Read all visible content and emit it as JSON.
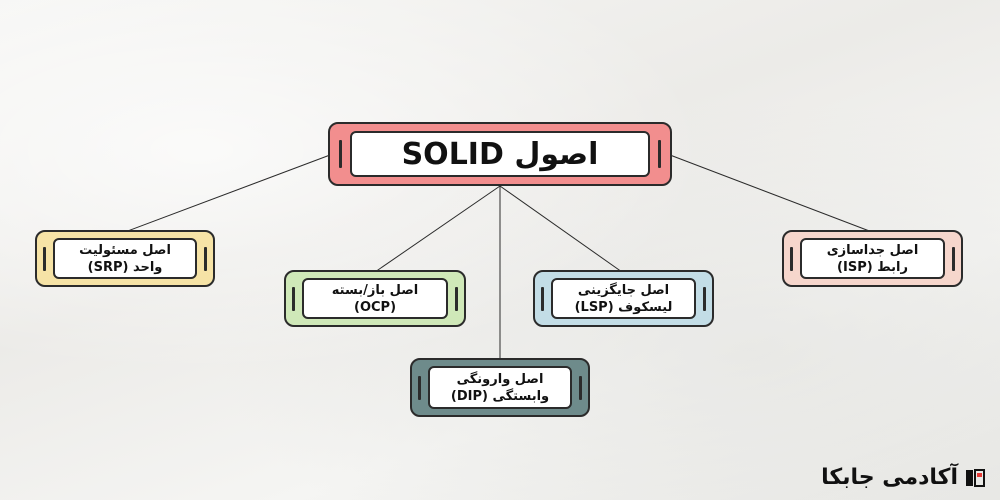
{
  "root": {
    "title": "اصول SOLID",
    "color": "#f28e8e"
  },
  "principles": [
    {
      "id": "srp",
      "line1": "اصل مسئولیت",
      "line2": "واحد (SRP)",
      "color": "#f6e3a6"
    },
    {
      "id": "ocp",
      "line1": "اصل باز/بسته",
      "line2": "(OCP)",
      "color": "#cfe8b8"
    },
    {
      "id": "dip",
      "line1": "اصل وارونگی",
      "line2": "وابستگی (DIP)",
      "color": "#6e8b8b"
    },
    {
      "id": "lsp",
      "line1": "اصل جایگزینی",
      "line2": "لیسکوف (LSP)",
      "color": "#c3dde6"
    },
    {
      "id": "isp",
      "line1": "اصل جداسازی",
      "line2": "رابط (ISP)",
      "color": "#f6d6cc"
    }
  ],
  "brand": {
    "name": "آکادمی جابکا"
  }
}
